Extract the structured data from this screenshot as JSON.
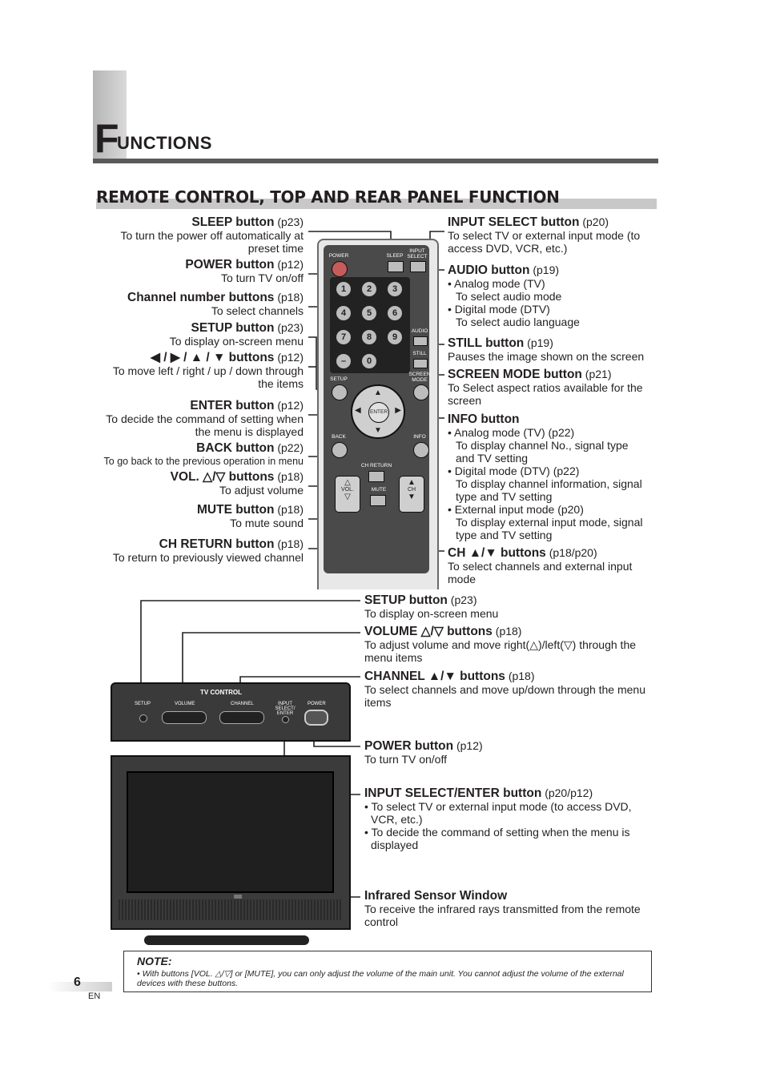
{
  "header": {
    "big_letter": "F",
    "rest": "UNCTIONS"
  },
  "section_title": "REMOTE CONTROL, TOP AND REAR PANEL FUNCTION",
  "left": [
    {
      "title": "SLEEP button",
      "page": "(p23)",
      "desc": [
        "To turn the power off automatically at",
        "preset time"
      ]
    },
    {
      "title": "POWER button",
      "page": "(p12)",
      "desc": [
        "To turn TV on/off"
      ]
    },
    {
      "title": "Channel number buttons",
      "page": "(p18)",
      "desc": [
        "To select channels"
      ]
    },
    {
      "title": "SETUP button",
      "page": "(p23)",
      "desc": [
        "To display on-screen menu"
      ]
    },
    {
      "title": "◀ / ▶ / ▲ / ▼ buttons",
      "page": "(p12)",
      "desc": [
        "To move left / right / up / down through",
        "the items"
      ]
    },
    {
      "title": "ENTER button",
      "page": "(p12)",
      "desc": [
        "To decide the command of setting when",
        "the menu is displayed"
      ]
    },
    {
      "title": "BACK button",
      "page": "(p22)",
      "desc": [
        "To go back to the previous operation in menu"
      ]
    },
    {
      "title": "VOL. △/▽ buttons",
      "page": "(p18)",
      "desc": [
        "To adjust volume"
      ]
    },
    {
      "title": "MUTE button",
      "page": "(p18)",
      "desc": [
        "To mute sound"
      ]
    },
    {
      "title": "CH RETURN button",
      "page": "(p18)",
      "desc": [
        "To return to previously viewed channel"
      ]
    }
  ],
  "right": [
    {
      "title": "INPUT SELECT button",
      "page": "(p20)",
      "desc": [
        "To select TV or external input mode (to",
        "access DVD, VCR, etc.)"
      ]
    },
    {
      "title": "AUDIO button",
      "page": "(p19)",
      "desc": [
        "• Analog mode (TV)",
        "   To select audio mode",
        "• Digital mode (DTV)",
        "   To select audio language"
      ]
    },
    {
      "title": "STILL button",
      "page": "(p19)",
      "desc": [
        "Pauses the image shown on the screen"
      ]
    },
    {
      "title": "SCREEN MODE button",
      "page": "(p21)",
      "desc": [
        "To Select aspect ratios available for the",
        "screen"
      ]
    },
    {
      "title": "INFO button",
      "page": "",
      "desc": [
        "• Analog mode (TV) (p22)",
        "   To display channel No., signal type",
        "   and TV setting",
        "• Digital mode (DTV) (p22)",
        "   To display channel information, signal",
        "   type and TV setting",
        "• External input mode (p20)",
        "   To display external input mode, signal",
        "   type and TV setting"
      ]
    },
    {
      "title": "CH ▲/▼ buttons",
      "page": "(p18/p20)",
      "desc": [
        "To select channels and external input",
        "mode"
      ]
    }
  ],
  "panel": [
    {
      "title": "SETUP button",
      "page": "(p23)",
      "desc": [
        "To display on-screen menu"
      ]
    },
    {
      "title": "VOLUME △/▽ buttons",
      "page": "(p18)",
      "desc": [
        "To adjust volume and move right(△)/left(▽) through the",
        "menu items"
      ]
    },
    {
      "title": "CHANNEL ▲/▼ buttons",
      "page": "(p18)",
      "desc": [
        "To select channels and move up/down through the menu",
        "items"
      ]
    },
    {
      "title": "POWER button",
      "page": "(p12)",
      "desc": [
        "To turn TV on/off"
      ]
    },
    {
      "title": "INPUT SELECT/ENTER button",
      "page": "(p20/p12)",
      "desc": [
        "• To select TV or external input mode (to access DVD,",
        "   VCR, etc.)",
        "• To decide the command of setting when the menu is",
        "   displayed"
      ]
    },
    {
      "title": "Infrared Sensor Window",
      "page": "",
      "desc": [
        "To receive the infrared rays transmitted from the remote",
        "control"
      ]
    }
  ],
  "remote_labels": {
    "power": "POWER",
    "sleep": "SLEEP",
    "input": "INPUT SELECT",
    "audio": "AUDIO",
    "still": "STILL",
    "setup": "SETUP",
    "screen": "SCREEN MODE",
    "enter": "ENTER",
    "back": "BACK",
    "info": "INFO",
    "chreturn": "CH RETURN",
    "vol": "VOL.",
    "mute": "MUTE",
    "ch": "CH",
    "keys": [
      "1",
      "2",
      "3",
      "4",
      "5",
      "6",
      "7",
      "8",
      "9",
      "–",
      "0"
    ]
  },
  "tv_panel_labels": {
    "setup": "SETUP",
    "volume": "VOLUME",
    "tvcontrol": "TV CONTROL",
    "channel": "CHANNEL",
    "input": "INPUT SELECT/ ENTER",
    "power": "POWER"
  },
  "note": {
    "heading": "NOTE:",
    "body": "• With buttons [VOL. △/▽] or [MUTE], you can only adjust the volume of the main unit. You cannot adjust the volume of the external devices with these buttons."
  },
  "page": {
    "number": "6",
    "lang": "EN"
  }
}
